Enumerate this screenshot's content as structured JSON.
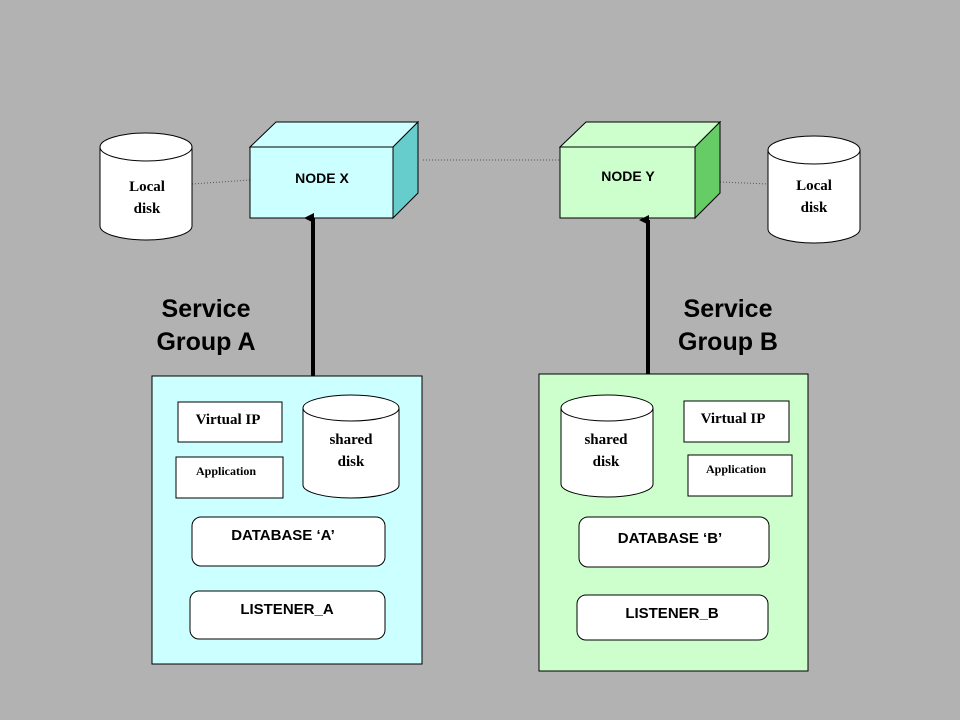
{
  "colors": {
    "background": "#b2b2b2",
    "group_a_fill": "#ccffff",
    "group_b_fill": "#ccffcc",
    "node_x_front": "#ccffff",
    "node_x_side": "#66cccc",
    "node_y_front": "#ccffcc",
    "node_y_side": "#66cc66"
  },
  "nodes": {
    "x": {
      "label": "NODE X"
    },
    "y": {
      "label": "NODE Y"
    }
  },
  "local_disks": {
    "left": {
      "line1": "Local",
      "line2": "disk"
    },
    "right": {
      "line1": "Local",
      "line2": "disk"
    }
  },
  "service_groups": {
    "a": {
      "title_line1": "Service",
      "title_line2": "Group A",
      "virtual_ip": "Virtual IP",
      "application": "Application",
      "shared_disk_line1": "shared",
      "shared_disk_line2": "disk",
      "database": "DATABASE ‘A’",
      "listener": "LISTENER_A"
    },
    "b": {
      "title_line1": "Service",
      "title_line2": "Group B",
      "virtual_ip": "Virtual IP",
      "application": "Application",
      "shared_disk_line1": "shared",
      "shared_disk_line2": "disk",
      "database": "DATABASE ‘B’",
      "listener": "LISTENER_B"
    }
  }
}
